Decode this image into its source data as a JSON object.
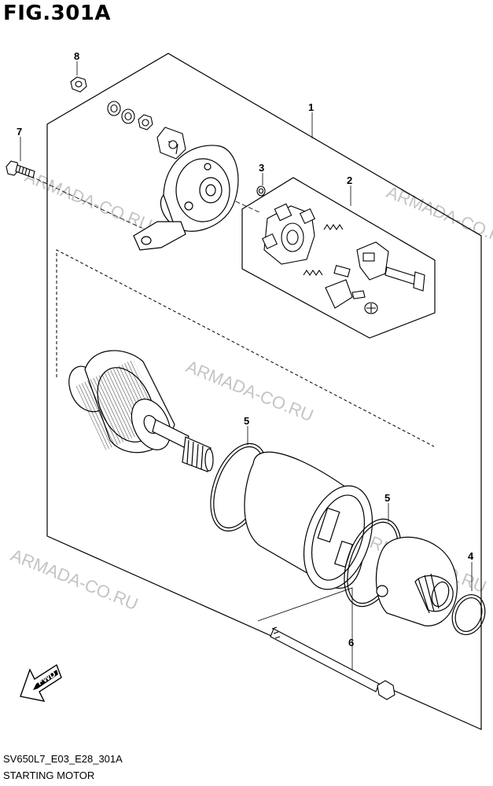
{
  "figure": {
    "title": "FIG.301A",
    "code": "SV650L7_E03_E28_301A",
    "name": "STARTING MOTOR"
  },
  "watermark": "ARMADA-CO.RU",
  "callouts": [
    "1",
    "2",
    "3",
    "4",
    "5",
    "5",
    "6",
    "7",
    "8"
  ],
  "fwd_label": "FWD",
  "colors": {
    "line": "#000000",
    "watermark": "#c4c4c4",
    "background": "#ffffff"
  }
}
